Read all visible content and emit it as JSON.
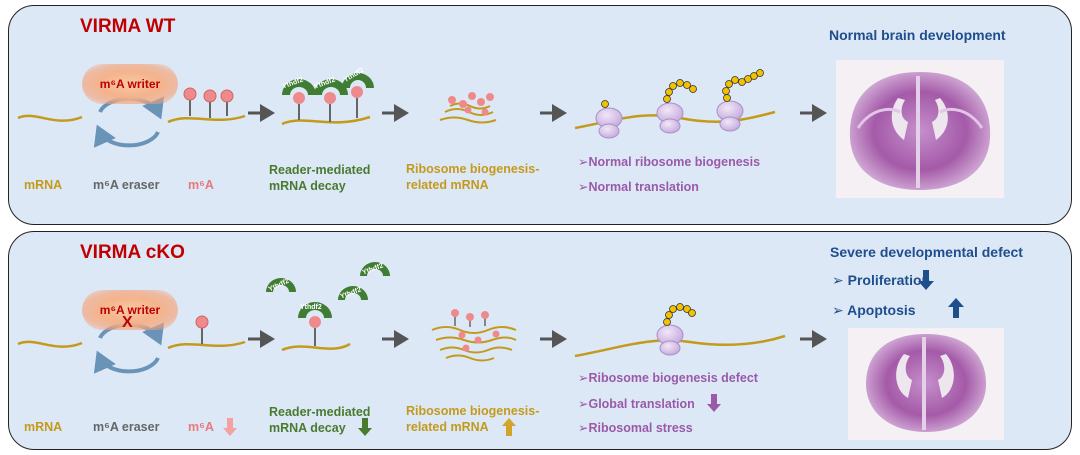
{
  "panels": {
    "wt": {
      "title": "VIRMA WT",
      "writer": "m⁶A writer",
      "labels": {
        "mrna": "mRNA",
        "eraser": "m⁶A eraser",
        "m6a": "m⁶A",
        "reader_line1": "Reader-mediated",
        "reader_line2": "mRNA decay",
        "ribo_line1": "Ribosome biogenesis-",
        "ribo_line2": "related mRNA"
      },
      "effects": [
        "➢Normal ribosome biogenesis",
        "➢Normal translation"
      ],
      "outcome": "Normal brain development",
      "reader_protein": "Ythdf2"
    },
    "cko": {
      "title": "VIRMA cKO",
      "writer": "m⁶A writer",
      "knockout_mark": "X",
      "labels": {
        "mrna": "mRNA",
        "eraser": "m⁶A eraser",
        "m6a": "m⁶A",
        "reader_line1": "Reader-mediated",
        "reader_line2": "mRNA decay",
        "ribo_line1": "Ribosome biogenesis-",
        "ribo_line2": "related mRNA"
      },
      "effects": [
        "➢Ribosome biogenesis defect",
        "➢Global translation",
        "➢Ribosomal stress"
      ],
      "outcome": "Severe developmental defect",
      "phenotypes": [
        "➢ Proliferation",
        "➢ Apoptosis"
      ],
      "reader_protein": "Ythdf2"
    }
  },
  "colors": {
    "panel_bg": "#dde8f7",
    "title": "#c00000",
    "mrna": "#c39a1c",
    "m6a": "#e8797c",
    "reader": "#3f7d32",
    "ribosome": "#d8c4e8",
    "peptide": "#f2c200",
    "outcome": "#1f4e8c",
    "purple_text": "#9a5aa8",
    "arrow": "#555555"
  }
}
